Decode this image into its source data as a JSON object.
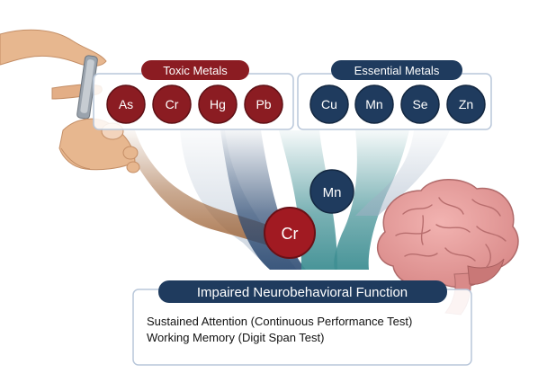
{
  "toxic": {
    "title": "Toxic Metals",
    "color": "#8b1c22",
    "metals": [
      "As",
      "Cr",
      "Hg",
      "Pb"
    ]
  },
  "essential": {
    "title": "Essential Metals",
    "color": "#1f3b5e",
    "metals": [
      "Cu",
      "Mn",
      "Se",
      "Zn"
    ]
  },
  "mixture": {
    "manganese": "Mn",
    "chromium": "Cr"
  },
  "outcome": {
    "title": "Impaired Neurobehavioral Function",
    "lines": [
      "Sustained Attention (Continuous Performance Test)",
      "Working Memory (Digit Span Test)"
    ]
  },
  "icons": {
    "sample": "toenail-clipping-icon",
    "brain": "brain-icon"
  },
  "colors": {
    "panel_border": "#b9c7da",
    "flow_teal": "#3f8f93",
    "flow_navy": "#2c4a72",
    "flow_brown": "#a0663a"
  }
}
